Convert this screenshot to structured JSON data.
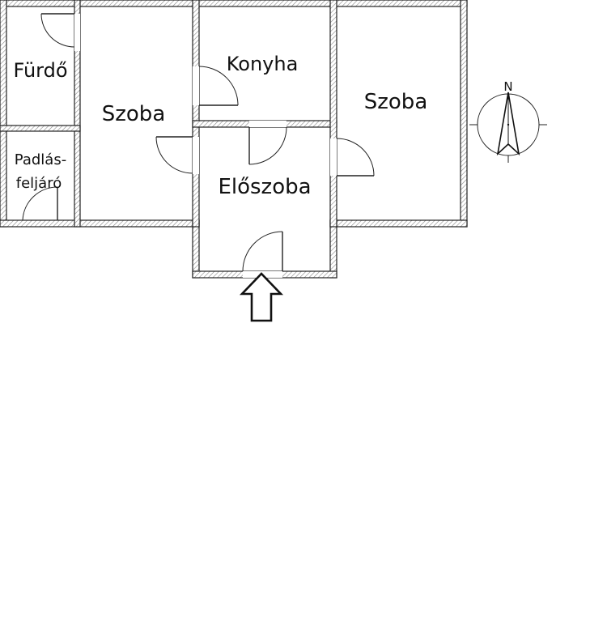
{
  "plan": {
    "rooms": [
      {
        "id": "furdo",
        "label": "Fürdő"
      },
      {
        "id": "szoba-left",
        "label": "Szoba"
      },
      {
        "id": "konyha",
        "label": "Konyha"
      },
      {
        "id": "szoba-right",
        "label": "Szoba"
      },
      {
        "id": "padlasfeljaro",
        "label_line1": "Padlás-",
        "label_line2": "feljáró"
      },
      {
        "id": "eloszoba",
        "label": "Előszoba"
      }
    ],
    "compass": {
      "label": "N"
    },
    "entrance": {
      "icon": "arrow-up-icon"
    },
    "colors": {
      "line": "#222222",
      "hatch": "#999999",
      "background": "#ffffff"
    }
  }
}
